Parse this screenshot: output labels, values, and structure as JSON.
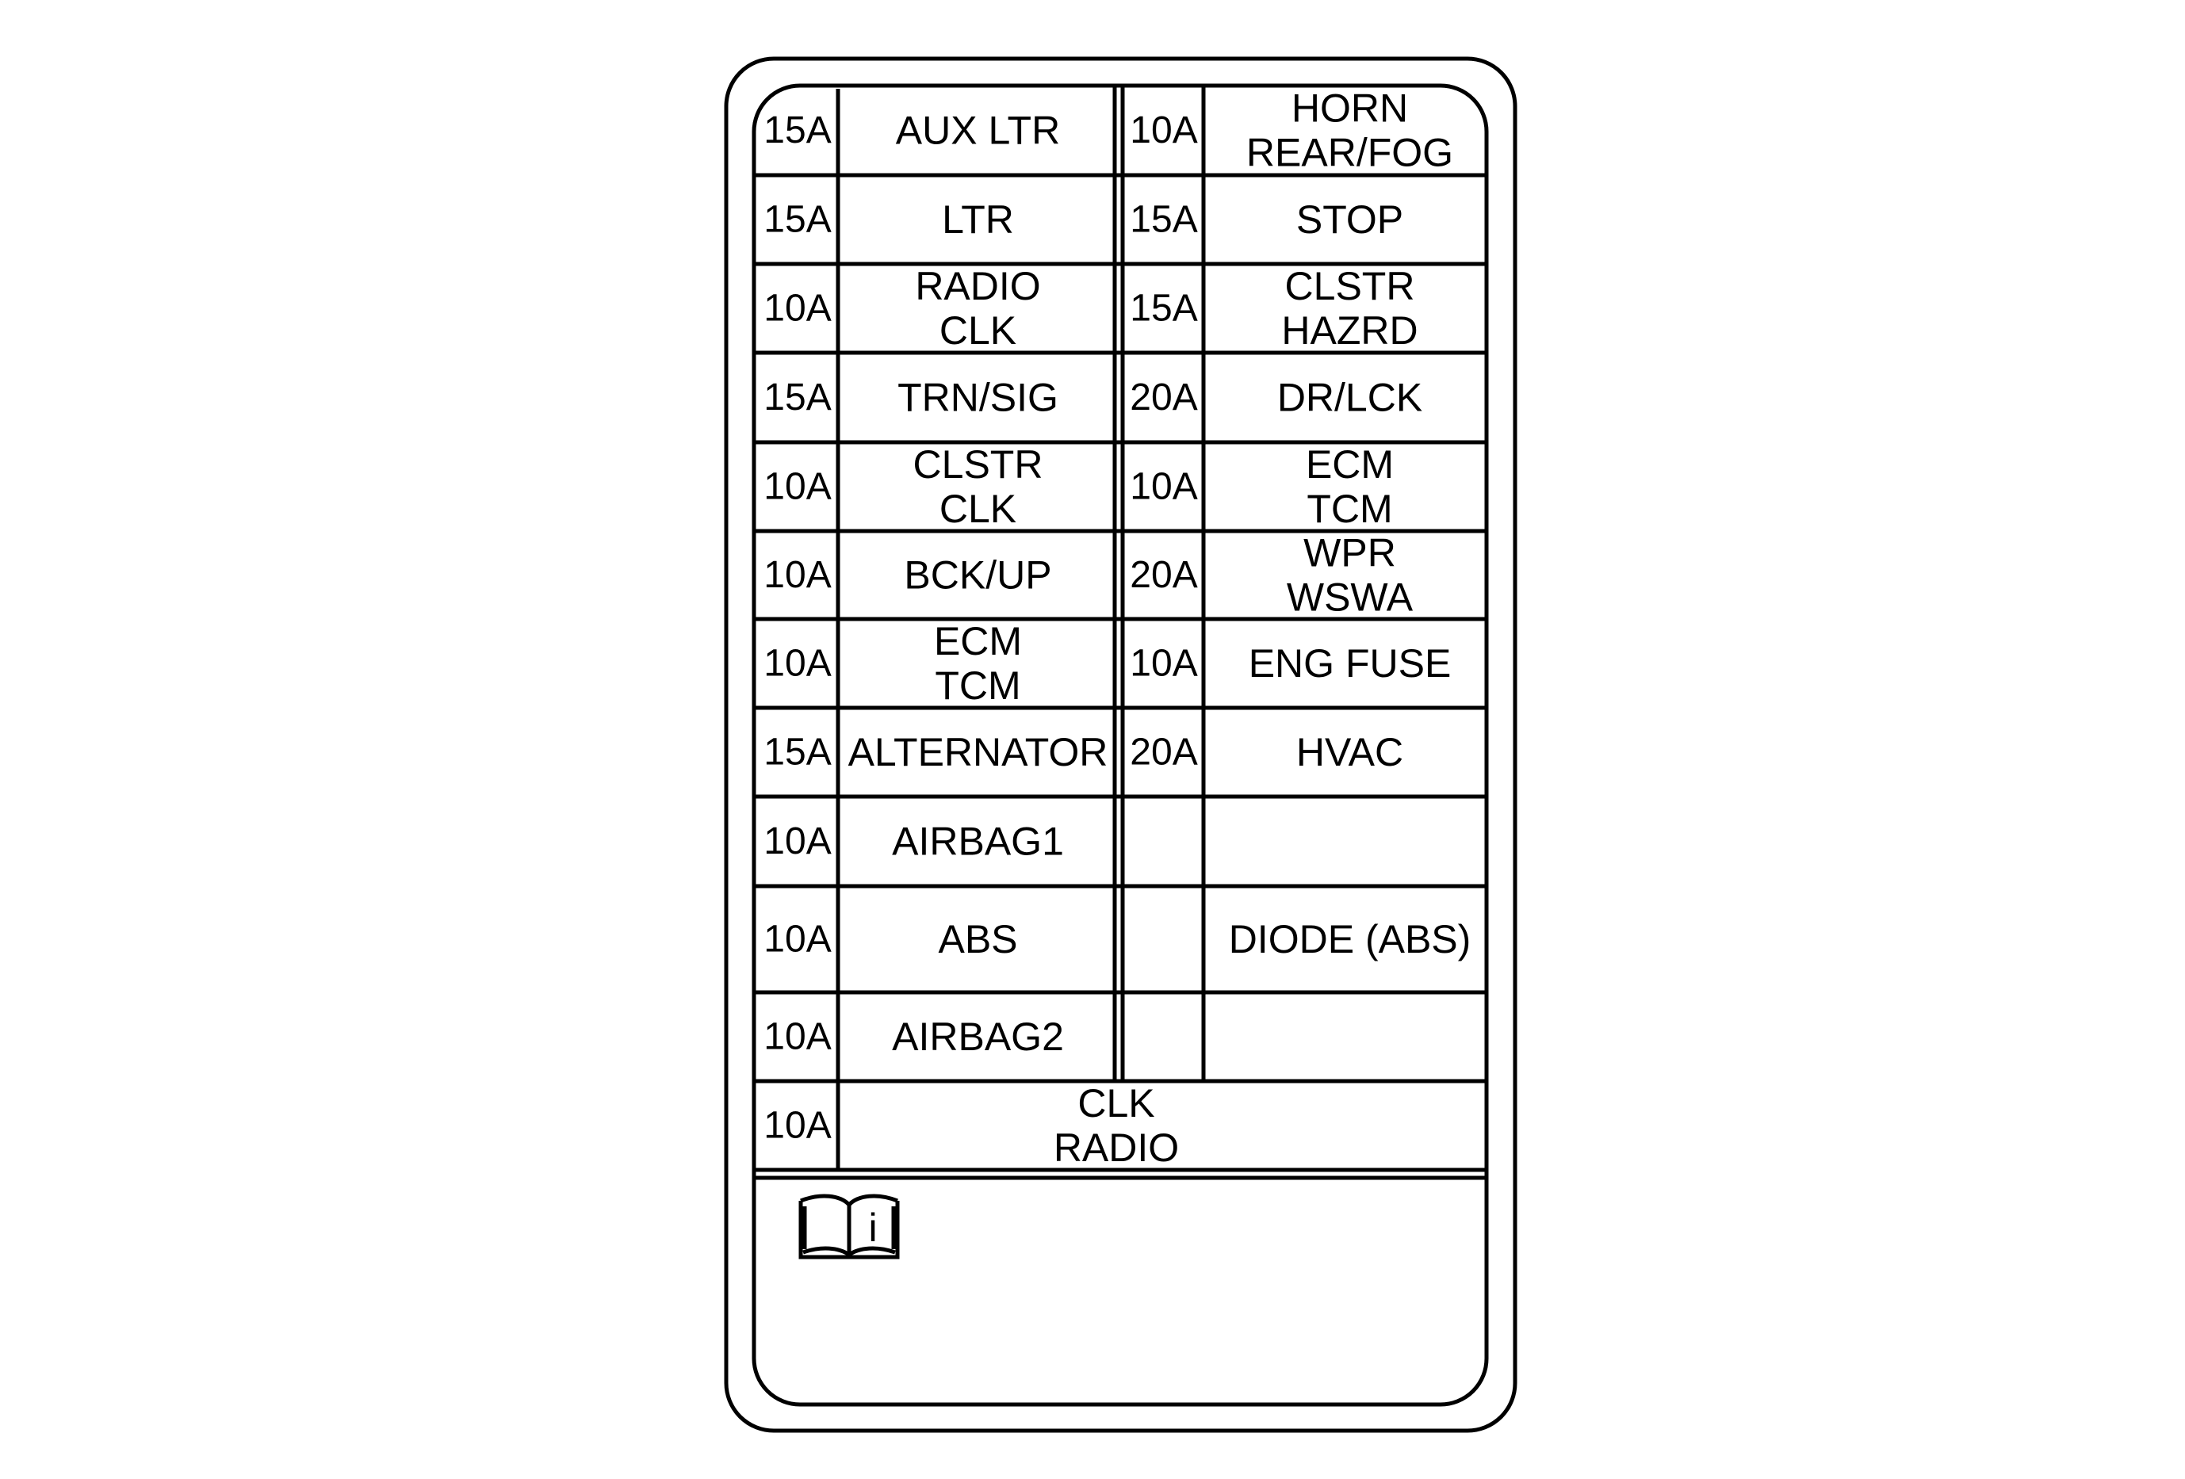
{
  "rows": [
    {
      "left": {
        "rating": "15A",
        "lines": [
          "AUX LTR"
        ]
      },
      "right": {
        "rating": "10A",
        "lines": [
          "HORN",
          "REAR/FOG"
        ]
      }
    },
    {
      "left": {
        "rating": "15A",
        "lines": [
          "LTR"
        ]
      },
      "right": {
        "rating": "15A",
        "lines": [
          "STOP"
        ]
      }
    },
    {
      "left": {
        "rating": "10A",
        "lines": [
          "RADIO",
          "CLK"
        ]
      },
      "right": {
        "rating": "15A",
        "lines": [
          "CLSTR",
          "HAZRD"
        ]
      }
    },
    {
      "left": {
        "rating": "15A",
        "lines": [
          "TRN/SIG"
        ]
      },
      "right": {
        "rating": "20A",
        "lines": [
          "DR/LCK"
        ]
      }
    },
    {
      "left": {
        "rating": "10A",
        "lines": [
          "CLSTR",
          "CLK"
        ]
      },
      "right": {
        "rating": "10A",
        "lines": [
          "ECM",
          "TCM"
        ]
      }
    },
    {
      "left": {
        "rating": "10A",
        "lines": [
          "BCK/UP"
        ]
      },
      "right": {
        "rating": "20A",
        "lines": [
          "WPR",
          "WSWA"
        ]
      }
    },
    {
      "left": {
        "rating": "10A",
        "lines": [
          "ECM",
          "TCM"
        ]
      },
      "right": {
        "rating": "10A",
        "lines": [
          "ENG FUSE"
        ]
      }
    },
    {
      "left": {
        "rating": "15A",
        "lines": [
          "ALTERNATOR"
        ]
      },
      "right": {
        "rating": "20A",
        "lines": [
          "HVAC"
        ]
      }
    },
    {
      "left": {
        "rating": "10A",
        "lines": [
          "AIRBAG1"
        ]
      },
      "right": {
        "rating": "",
        "lines": []
      }
    },
    {
      "left": {
        "rating": "10A",
        "lines": [
          "ABS"
        ]
      },
      "right": {
        "rating": "",
        "lines": [
          "DIODE (ABS)"
        ]
      }
    },
    {
      "left": {
        "rating": "10A",
        "lines": [
          "AIRBAG2"
        ]
      },
      "right": {
        "rating": "",
        "lines": []
      }
    }
  ],
  "bottom_row": {
    "rating": "10A",
    "lines": [
      "CLK",
      "RADIO"
    ]
  },
  "info_icon": "owner-manual-info-icon",
  "info_glyph": "i"
}
